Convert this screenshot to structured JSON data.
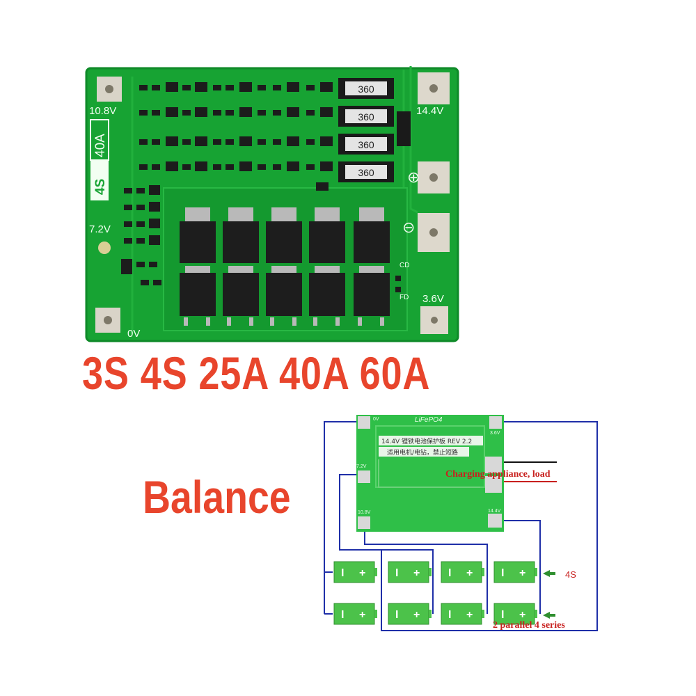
{
  "headline": "3S 4S 25A 40A 60A",
  "balance_title": "Balance",
  "main_board": {
    "voltage_labels": [
      "10.8V",
      "14.4V",
      "7.2V",
      "3.6V",
      "0V"
    ],
    "spec_cells": [
      "4S",
      "40A"
    ],
    "resistor_codes": [
      "360",
      "360",
      "360",
      "360"
    ],
    "side_marks": [
      "CD",
      "FD"
    ]
  },
  "diagram": {
    "board_title": "LiFePO4",
    "board_banner": "14.4V 锂铁电池保护板 REV 2.2",
    "board_warning": "适用电机/电钻，禁止短路",
    "pad_labels": [
      "0V",
      "3.6V",
      "7.2V",
      "10.8V",
      "14.4V"
    ],
    "load_label": "Charging appliance, load",
    "series_label": "4S",
    "parallel_label": "2 parallel 4 series",
    "cell_minus": "I",
    "cell_plus": "+",
    "wire_color": "#1f2fa8",
    "label_color": "#c8201e",
    "arrow_color": "#2f8f2f"
  },
  "colors": {
    "pcb_green": "#18a534",
    "pcb_dark": "#0f8a2a",
    "headline_red": "#e8452c",
    "cell_green": "#4cc24a"
  }
}
